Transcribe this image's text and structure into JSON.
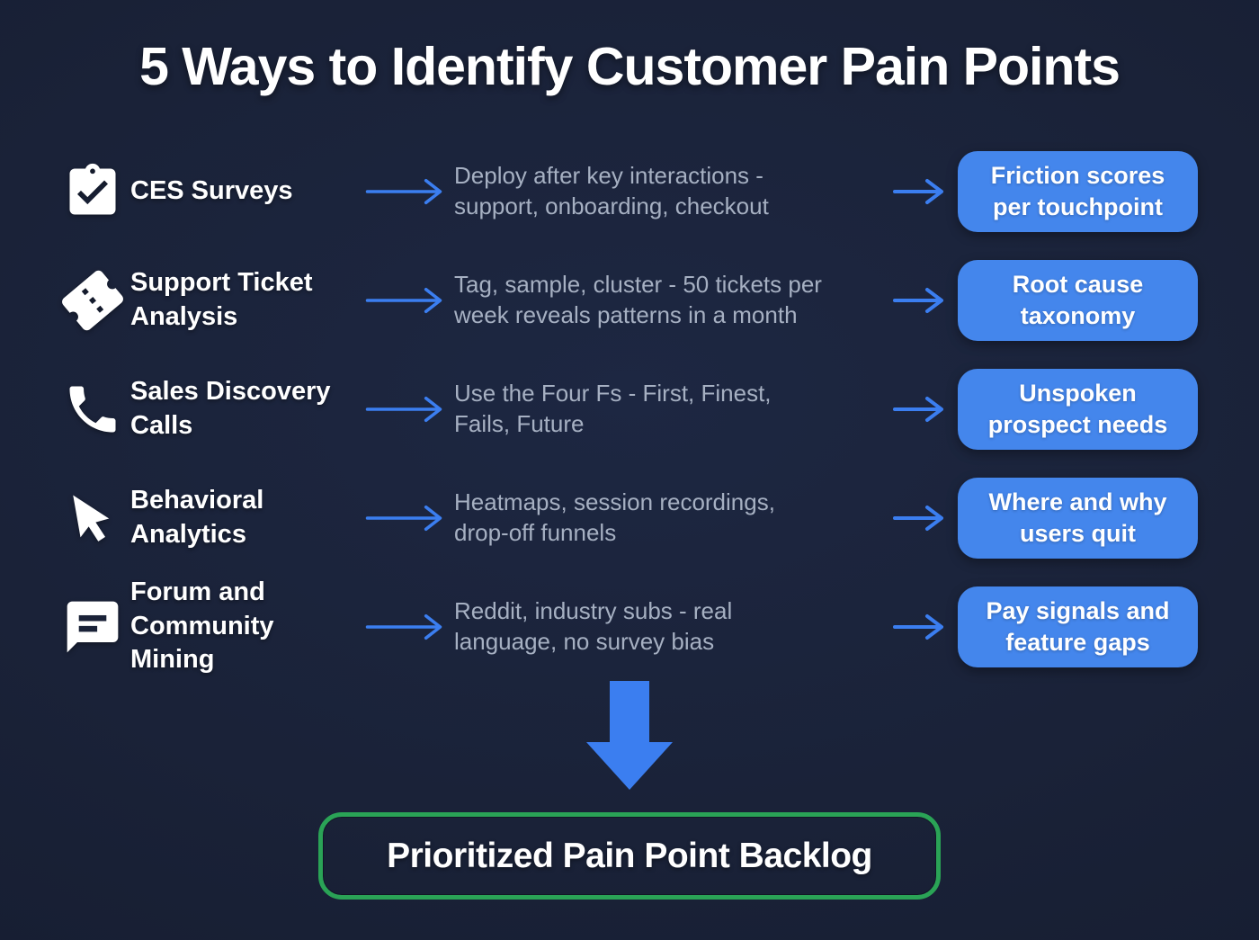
{
  "title": "5 Ways to Identify Customer Pain Points",
  "colors": {
    "background": "#1a2238",
    "accent_blue": "#3b7ef0",
    "badge_blue": "#4486ec",
    "success_green": "#2aa356",
    "text_primary": "#ffffff",
    "text_muted": "#a6b0c2"
  },
  "rows": [
    {
      "icon": "clipboard-check-icon",
      "method": "CES Surveys",
      "description": "Deploy after key interactions -\nsupport, onboarding, checkout",
      "outcome": "Friction scores\nper touchpoint"
    },
    {
      "icon": "ticket-icon",
      "method": "Support Ticket\nAnalysis",
      "description": "Tag, sample, cluster - 50 tickets per\nweek reveals patterns in a month",
      "outcome": "Root cause\ntaxonomy"
    },
    {
      "icon": "phone-icon",
      "method": "Sales Discovery\nCalls",
      "description": "Use the Four Fs - First, Finest,\nFails, Future",
      "outcome": "Unspoken\nprospect needs"
    },
    {
      "icon": "cursor-icon",
      "method": "Behavioral\nAnalytics",
      "description": "Heatmaps, session recordings,\ndrop-off funnels",
      "outcome": "Where and why\nusers quit"
    },
    {
      "icon": "forum-icon",
      "method": "Forum and\nCommunity Mining",
      "description": "Reddit, industry subs - real\nlanguage, no survey bias",
      "outcome": "Pay signals and\nfeature gaps"
    }
  ],
  "footer": {
    "label": "Prioritized Pain Point Backlog"
  }
}
